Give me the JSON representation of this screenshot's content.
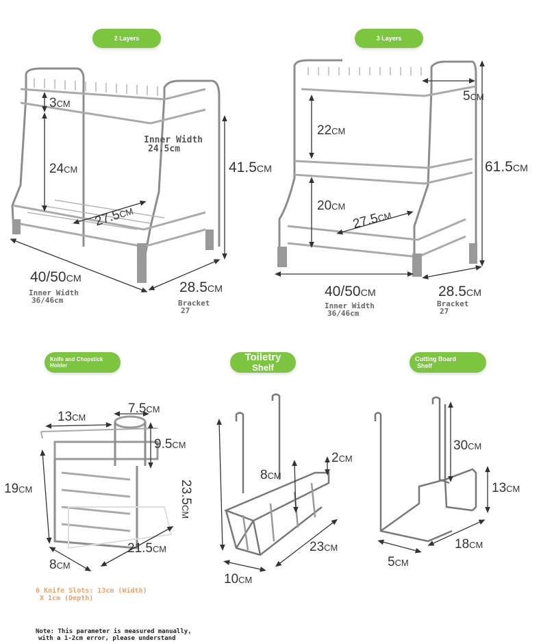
{
  "badges": {
    "two_layers": "2 Layers",
    "three_layers": "3 Layers",
    "knife_holder": "Knife and Chopstick Holder",
    "toiletry_line1": "Toiletry",
    "toiletry_line2": "Shelf",
    "cutting_line1": "Cutting Board",
    "cutting_line2": "Shelf"
  },
  "rack2": {
    "top_gap": "3",
    "layer_gap": "24",
    "height": "41.5",
    "inner_width_title": "Inner Width",
    "inner_width_value": "24.5cm",
    "diag": "27.5",
    "width": "40/50",
    "inner_width_label": "Inner Width",
    "inner_width_range": "36/46cm",
    "depth": "28.5",
    "bracket_label": "Bracket",
    "bracket_value": "27"
  },
  "rack3": {
    "top_label": "5",
    "top_layer_gap": "22",
    "bottom_layer_gap": "20",
    "height": "61.5",
    "diag": "27.5",
    "width": "40/50",
    "inner_width_label": "Inner Width",
    "inner_width_range": "36/46cm",
    "depth": "28.5",
    "bracket_label": "Bracket",
    "bracket_value": "27"
  },
  "knife": {
    "width_top": "13",
    "cup_width": "7.5",
    "cup_height": "9.5",
    "height": "19",
    "depth": "8",
    "length": "21.5",
    "slots_line1": "6 Knife Slots: 13cm (Width)",
    "slots_line2": "X 1cm (Depth)"
  },
  "toiletry": {
    "height": "23.5",
    "inner_h": "8",
    "lip": "2",
    "width": "10",
    "length": "23"
  },
  "cutting": {
    "hook_height": "30",
    "back_height": "13",
    "length": "18",
    "width": "5"
  },
  "unit": "CM",
  "footnote": {
    "line1": "Note: This parameter is measured manually,",
    "line2": "with a 1-2cm error, please understand"
  },
  "colors": {
    "badge_green": "#7cc63f",
    "metal": "#9a9a9a",
    "dim_line": "#333333"
  }
}
